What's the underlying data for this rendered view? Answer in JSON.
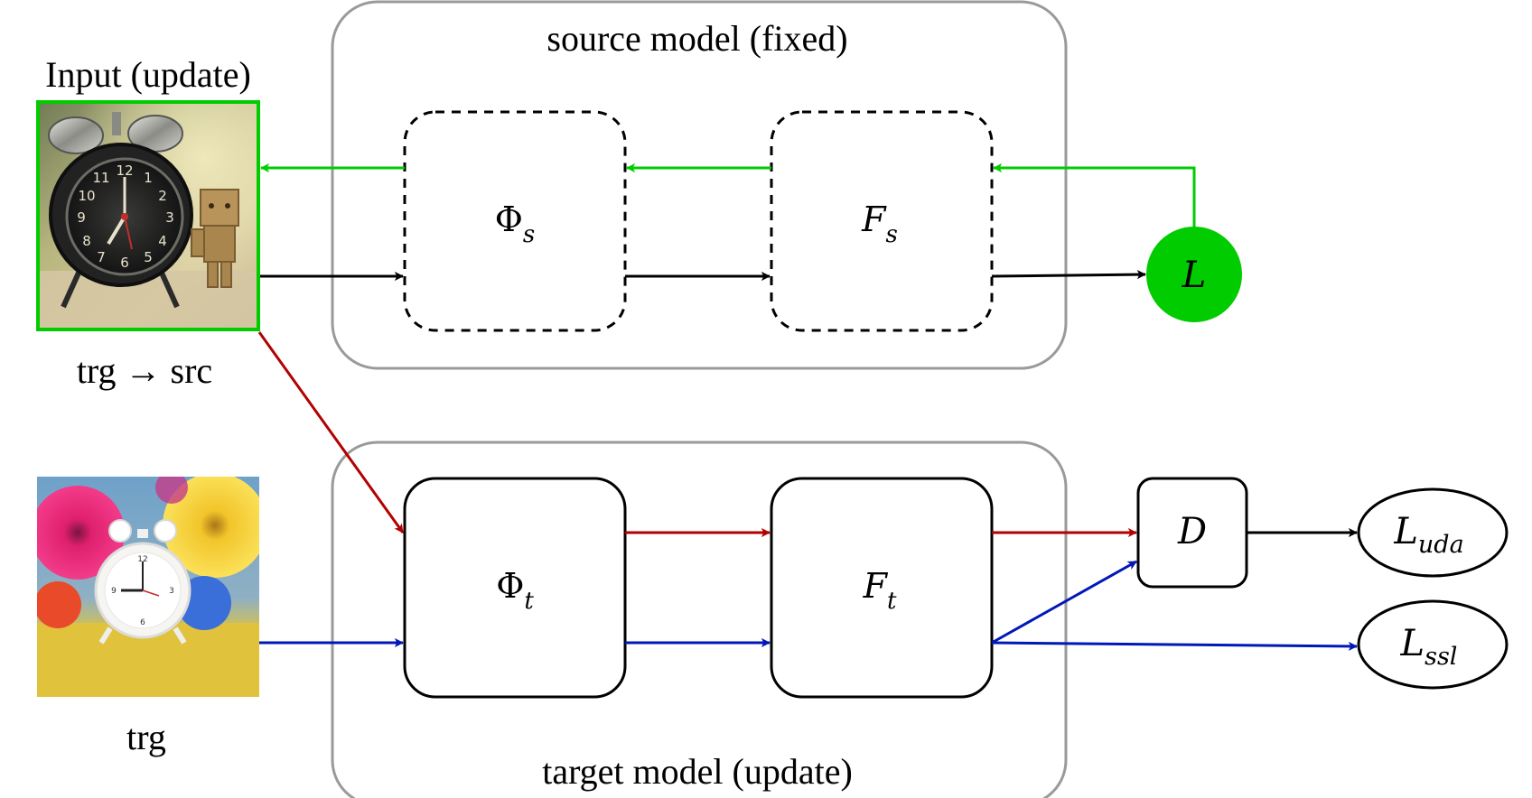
{
  "source_model": {
    "title": "source model (fixed)",
    "phi_block": {
      "symbol": "Φ",
      "subscript": "s"
    },
    "f_block": {
      "symbol": "F",
      "subscript": "s"
    }
  },
  "target_model": {
    "title": "target model (update)",
    "phi_block": {
      "symbol": "Φ",
      "subscript": "t"
    },
    "f_block": {
      "symbol": "F",
      "subscript": "t"
    }
  },
  "input_top": {
    "title": "Input (update)",
    "caption": "trg → src"
  },
  "input_bottom": {
    "caption": "trg"
  },
  "loss_source": {
    "symbol": "L"
  },
  "discriminator": {
    "symbol": "D"
  },
  "loss_uda": {
    "symbol": "L",
    "subscript": "uda"
  },
  "loss_ssl": {
    "symbol": "L",
    "subscript": "ssl"
  },
  "colors": {
    "green": "#00cc00",
    "red": "#b30000",
    "blue": "#0018b8",
    "black": "#000000",
    "gray_frame": "#9a9a9a"
  },
  "icons": {
    "input_top_image": "alarm-clock-with-figurine-photo",
    "input_bottom_image": "white-alarm-clock-with-flowers-photo"
  }
}
